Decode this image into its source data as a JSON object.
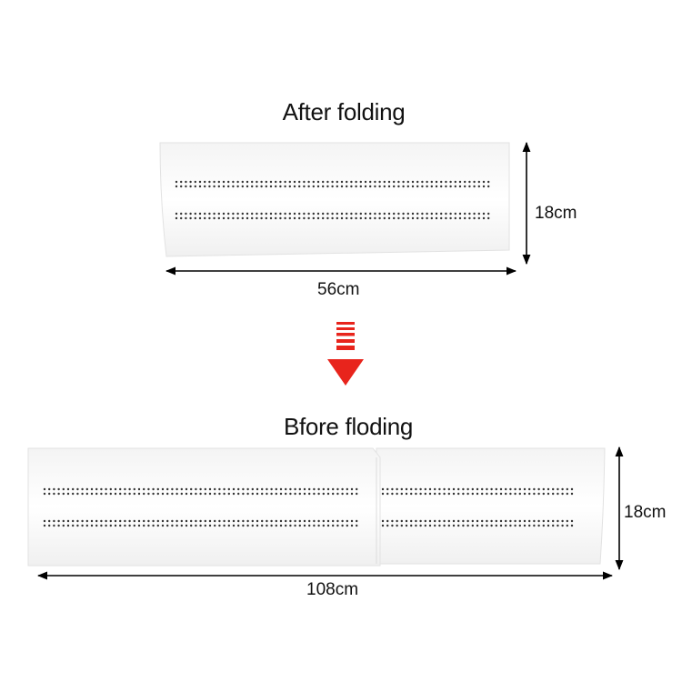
{
  "after": {
    "title": "After folding",
    "height_label": "18cm",
    "width_label": "56cm"
  },
  "before": {
    "title": "Bfore floding",
    "height_label": "18cm",
    "width_label": "108cm"
  },
  "colors": {
    "panel_fill": "#fbfbfb",
    "panel_edge": "#e2e2e2",
    "vent_dots": "#333333",
    "arrow_red": "#e8241c",
    "dimension_line": "#000000"
  },
  "icons": {
    "transition_arrow": "striped-down-arrow-icon"
  }
}
